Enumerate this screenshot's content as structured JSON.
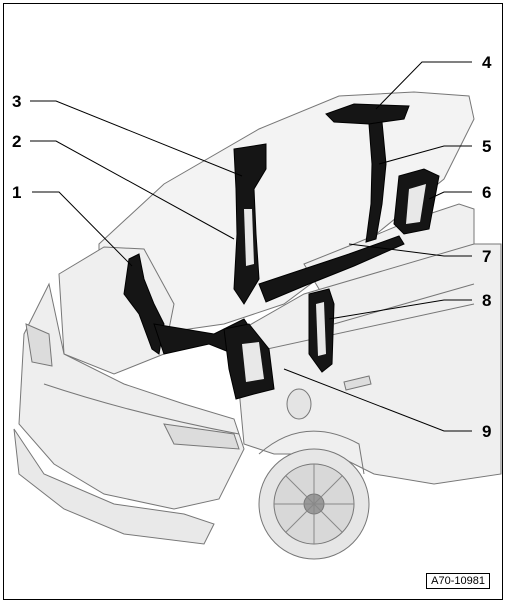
{
  "figure": {
    "reference": "A70-10981",
    "callouts": [
      {
        "label": "1"
      },
      {
        "label": "2"
      },
      {
        "label": "3"
      },
      {
        "label": "4"
      },
      {
        "label": "5"
      },
      {
        "label": "6"
      },
      {
        "label": "7"
      },
      {
        "label": "8"
      },
      {
        "label": "9"
      }
    ]
  },
  "colors": {
    "line": "#6e6e6e",
    "panel_fill": "#1a1a1a",
    "glass": "#f2f2f2",
    "body_light": "#ebebeb"
  }
}
